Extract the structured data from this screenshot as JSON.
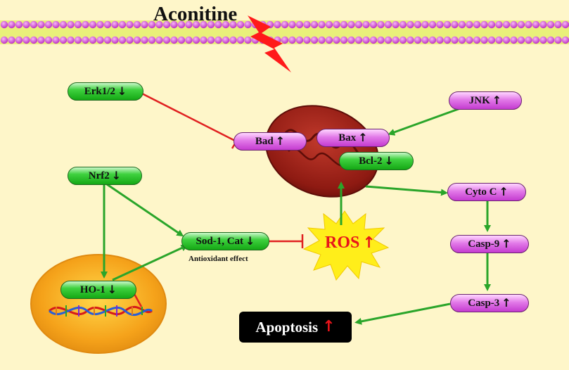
{
  "title": "Aconitine",
  "caption": "Antioxidant effect",
  "nodes": {
    "erk": {
      "label": "Erk1/2",
      "arrow": "↓"
    },
    "jnk": {
      "label": "JNK",
      "arrow": "↑"
    },
    "bad": {
      "label": "Bad",
      "arrow": "↑"
    },
    "bax": {
      "label": "Bax",
      "arrow": "↑"
    },
    "bcl2": {
      "label": "Bcl-2",
      "arrow": "↓"
    },
    "nrf2": {
      "label": "Nrf2",
      "arrow": "↓"
    },
    "sod": {
      "label": "Sod-1, Cat",
      "arrow": "↓"
    },
    "ho1": {
      "label": "HO-1",
      "arrow": "↓"
    },
    "cytoc": {
      "label": "Cyto C",
      "arrow": "↑"
    },
    "casp9": {
      "label": "Casp-9",
      "arrow": "↑"
    },
    "casp3": {
      "label": "Casp-3",
      "arrow": "↑"
    },
    "ros": {
      "label": "ROS",
      "arrow": "↑"
    },
    "apoptosis": {
      "label": "Apoptosis",
      "arrow": "↑"
    }
  },
  "colors": {
    "activation": "#2aa52a",
    "inhibition": "#e02020",
    "background": "#fef6c9",
    "membrane": "#e060e0"
  }
}
